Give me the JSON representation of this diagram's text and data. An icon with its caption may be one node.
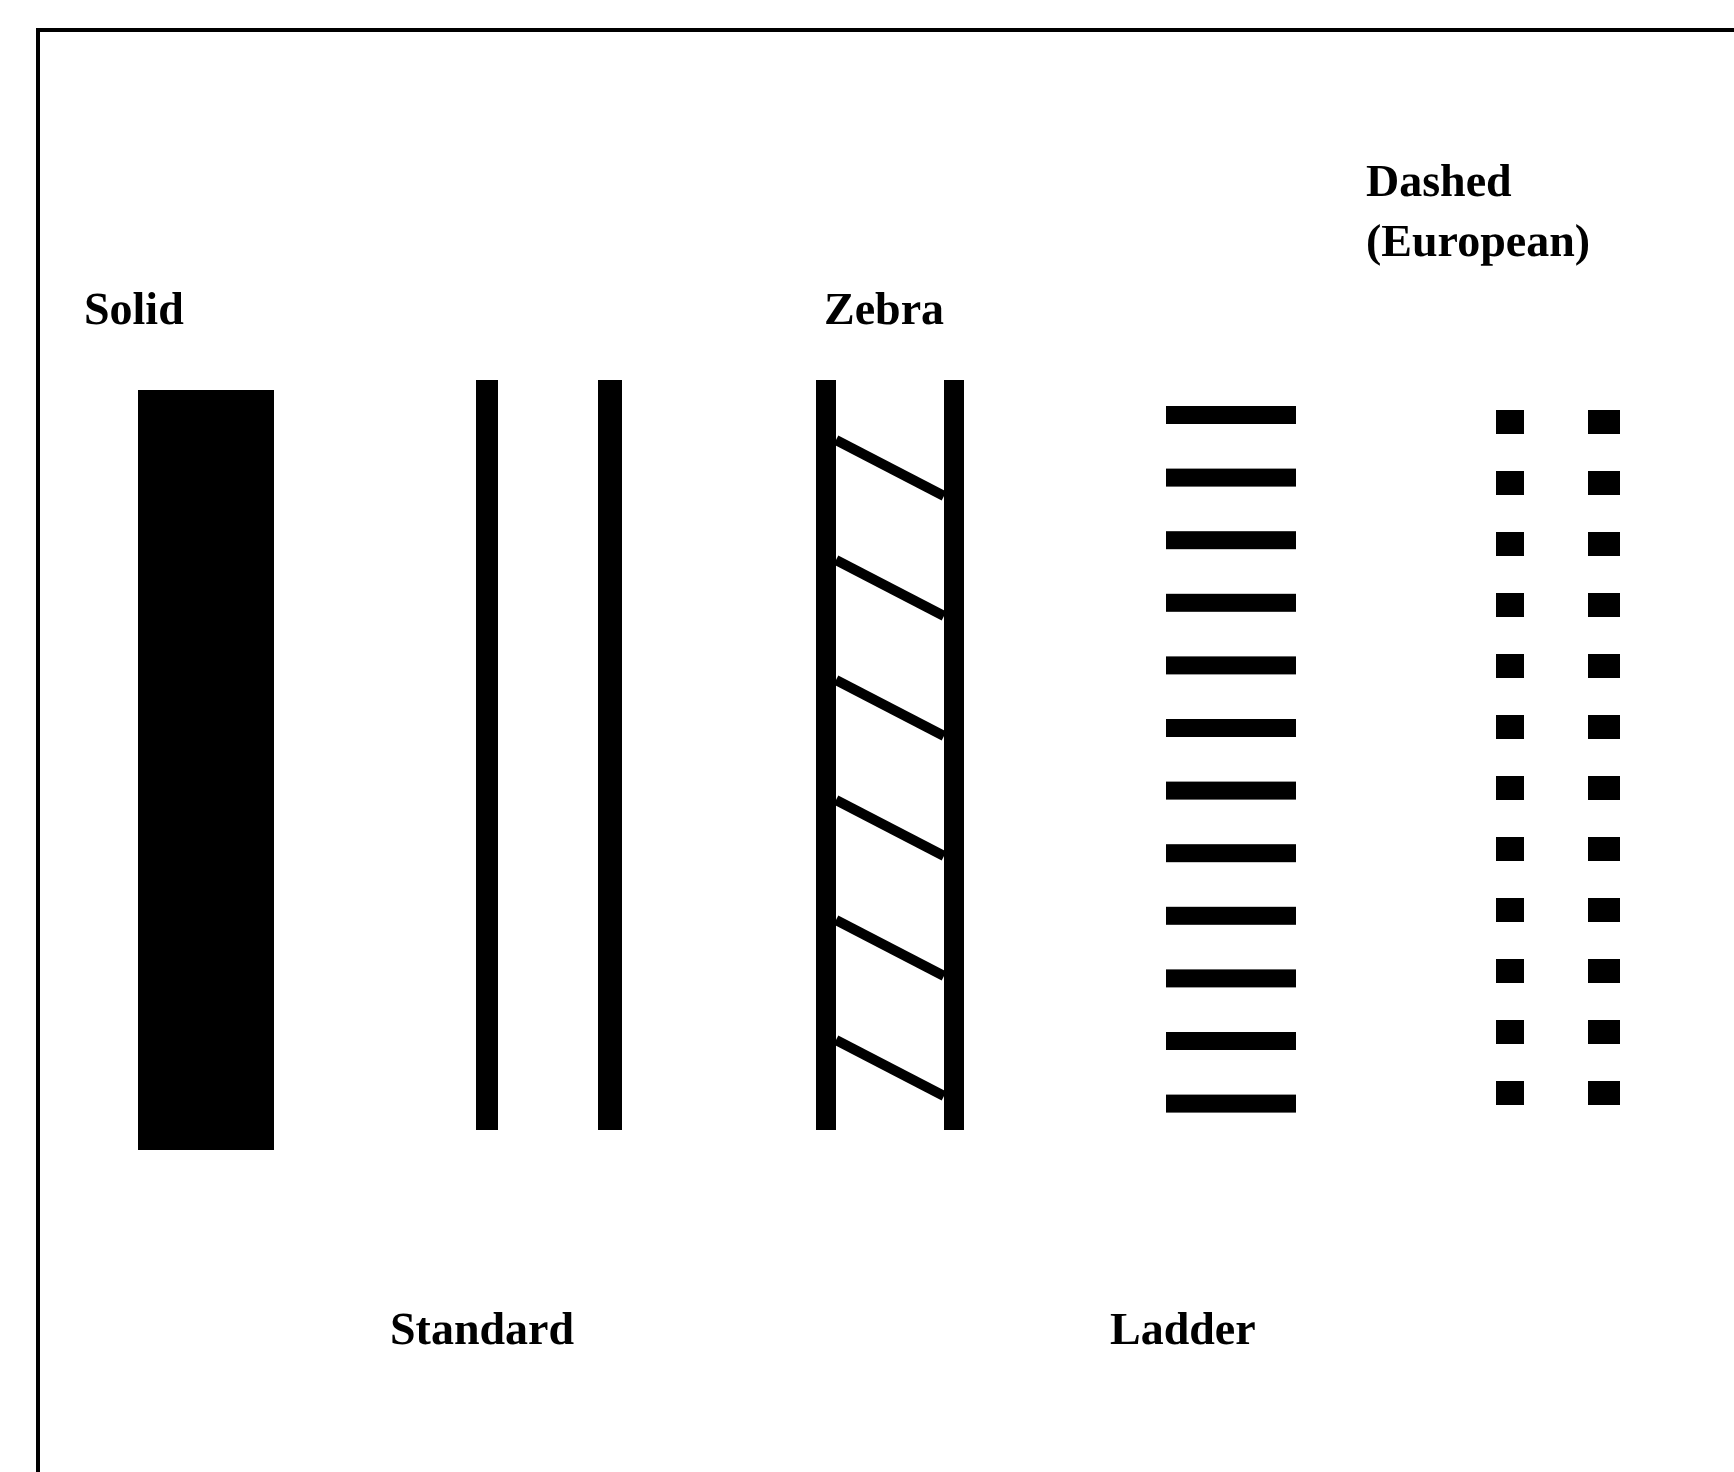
{
  "diagram": {
    "labels": [
      "Solid",
      "Zebra",
      "Dashed (European)",
      "Standard",
      "Ladder"
    ]
  }
}
